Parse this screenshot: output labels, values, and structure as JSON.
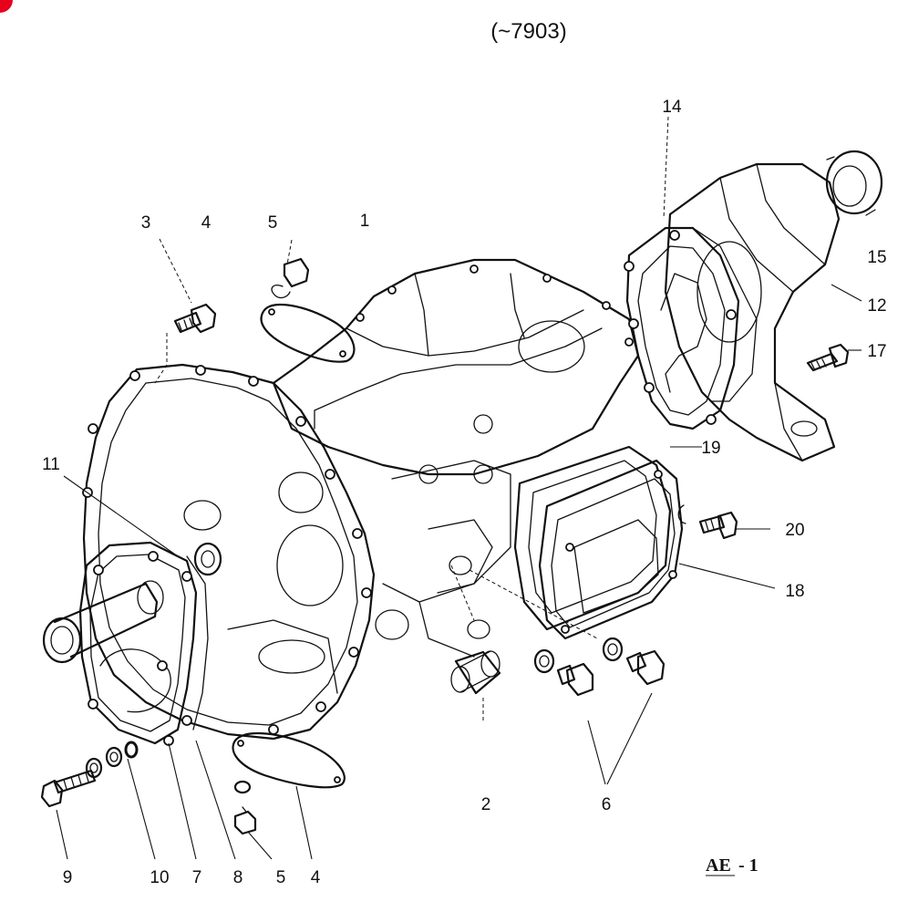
{
  "header": {
    "serial_range": "(~7903)"
  },
  "page_code": {
    "prefix": "AE",
    "suffix": "- 1"
  },
  "callouts": {
    "c1": "1",
    "c2": "2",
    "c3": "3",
    "c4_top": "4",
    "c4_bottom": "4",
    "c5_top": "5",
    "c5_bottom": "5",
    "c6": "6",
    "c7": "7",
    "c8": "8",
    "c9": "9",
    "c10": "10",
    "c11": "11",
    "c12": "12",
    "c14": "14",
    "c15": "15",
    "c17": "17",
    "c18": "18",
    "c19": "19",
    "c20": "20"
  },
  "colors": {
    "line": "#111111",
    "background": "#ffffff",
    "marker": "#e8001c"
  }
}
